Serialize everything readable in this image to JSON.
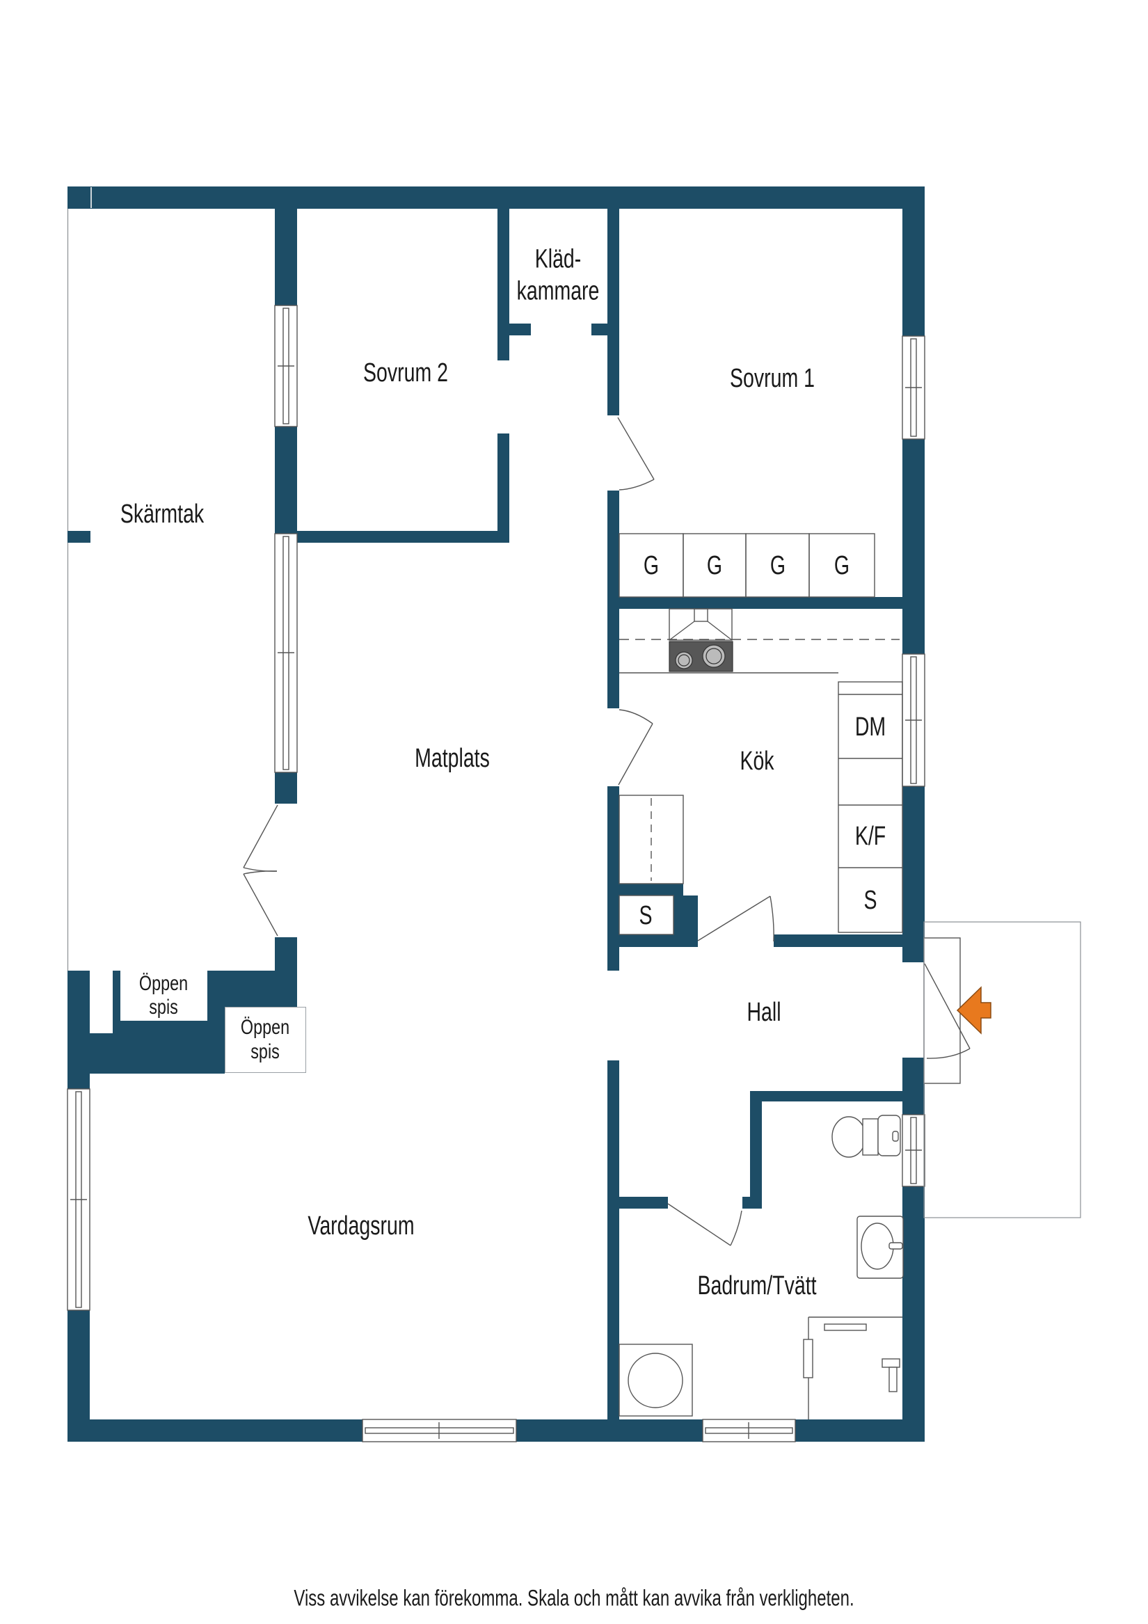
{
  "colors": {
    "wall": "#1D4D66",
    "line": "#555555",
    "accent_arrow": "#E8791E",
    "stove": "#575757",
    "burner": "#BBBBBB",
    "label": "#1A1A1A"
  },
  "rooms": {
    "sovrum2": "Sovrum 2",
    "sovrum1": "Sovrum 1",
    "kladkammare": "Kläd-\nkammare",
    "skarmtak": "Skärmtak",
    "matplats": "Matplats",
    "kok": "Kök",
    "hall": "Hall",
    "vardagsrum": "Vardagsrum",
    "badrum": "Badrum/Tvätt",
    "oppen_spis_1": "Öppen\nspis",
    "oppen_spis_2": "Öppen\nspis"
  },
  "wardrobes": [
    "G",
    "G",
    "G",
    "G"
  ],
  "kitchen_units": {
    "dm": "DM",
    "kf": "K/F",
    "s_column": "S",
    "s_closet": "S"
  },
  "footer": {
    "disclaimer": "Viss avvikelse kan förekomma. Skala och mått kan avvika från verkligheten."
  }
}
